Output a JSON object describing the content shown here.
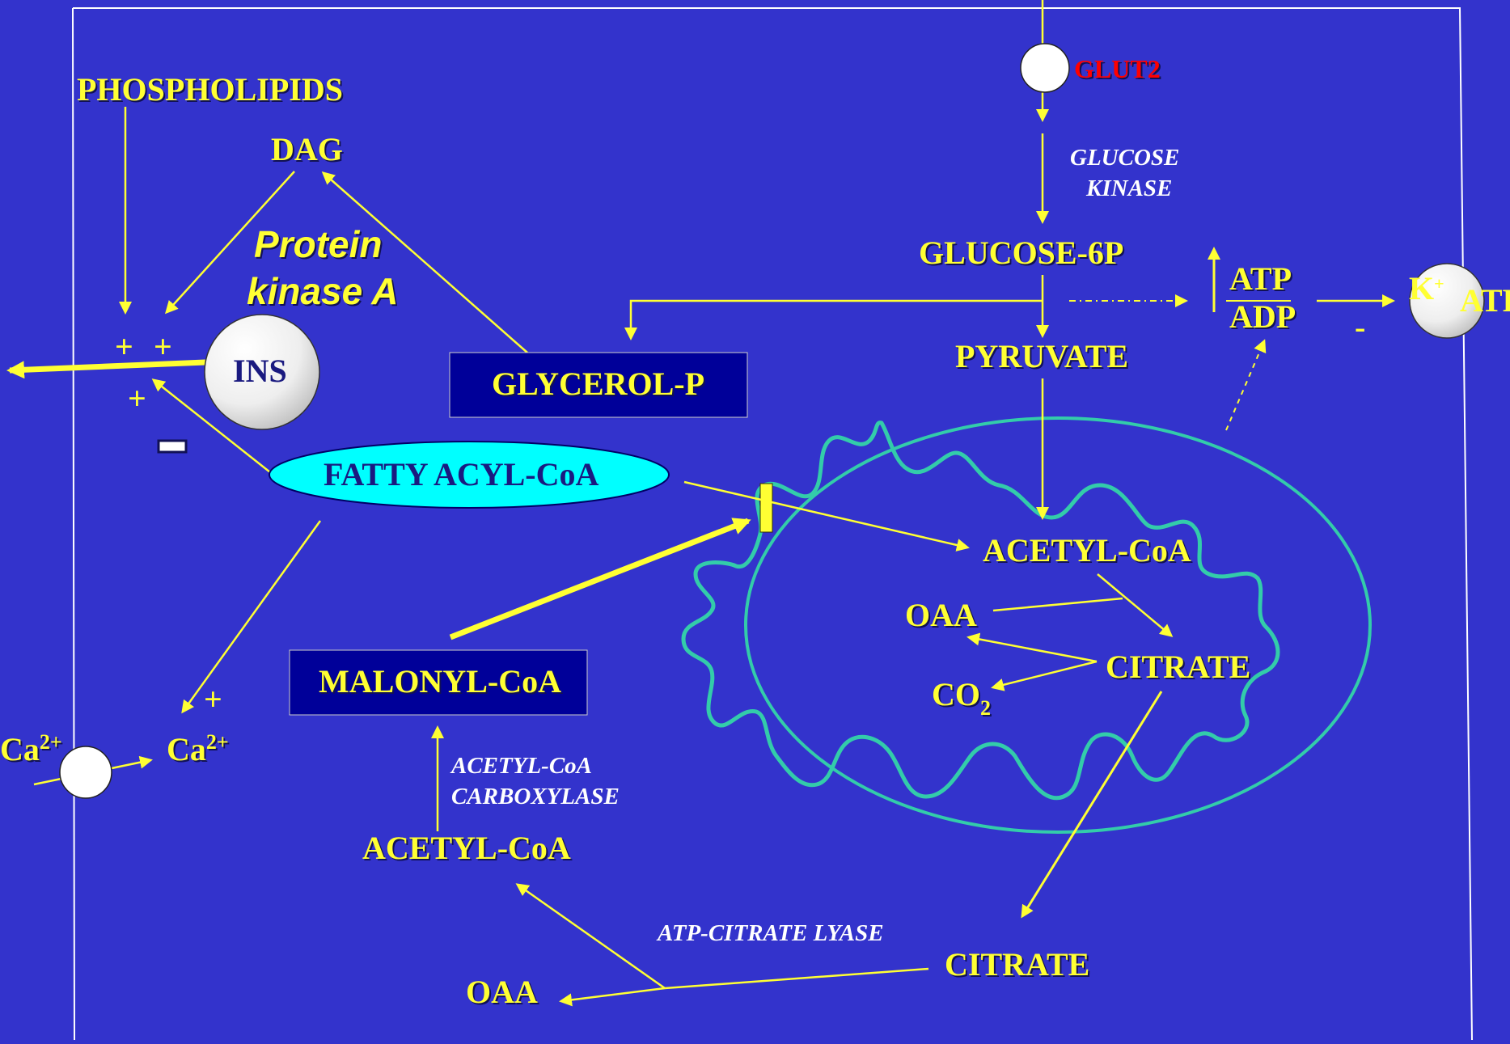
{
  "labels": {
    "phospholipids": "PHOSPHOLIPIDS",
    "dag": "DAG",
    "protein_kinase_a": "Protein kinase A",
    "protein": "Protein",
    "kinase_a": "kinase A",
    "ins": "INS",
    "glycerol_p": "GLYCEROL-P",
    "fatty_acyl_coa": "FATTY ACYL-CoA",
    "malonyl_coa": "MALONYL-CoA",
    "acetyl_coa_cytosol": "ACETYL-CoA",
    "oaa_cytosol": "OAA",
    "citrate_cytosol": "CITRATE",
    "glut2": "GLUT2",
    "glucose_6p": "GLUCOSE-6P",
    "pyruvate": "PYRUVATE",
    "atp": "ATP",
    "adp": "ADP",
    "k_plus": "K",
    "k_plus_sup": "+",
    "k_atp_sub": "ATP",
    "acetyl_coa_mito": "ACETYL-CoA",
    "oaa_mito": "OAA",
    "citrate_mito": "CITRATE",
    "co2": "CO",
    "co2_sub": "2",
    "ca_outside": "Ca",
    "ca_outside_sup": "2+",
    "ca_inside": "Ca",
    "ca_inside_sup": "2+"
  },
  "enzymes": {
    "glucose_kinase_line1": "GLUCOSE",
    "glucose_kinase_line2": "KINASE",
    "acetyl_coa_carboxylase_line1": "ACETYL-CoA",
    "acetyl_coa_carboxylase_line2": "CARBOXYLASE",
    "atp_citrate_lyase": "ATP-CITRATE LYASE"
  },
  "signs": {
    "plus_1": "+",
    "plus_2": "+",
    "plus_3": "+",
    "plus_ca": "+",
    "minus_ins": "-",
    "minus_katp": "-"
  },
  "colors": {
    "background": "#3333cc",
    "label": "#ffff33",
    "enzyme_label": "#ffffff",
    "glut2": "#ff0000",
    "mitochondrion": "#33ccaa",
    "fatty_acyl_fill": "#00ffff",
    "box_fill": "#000099"
  }
}
